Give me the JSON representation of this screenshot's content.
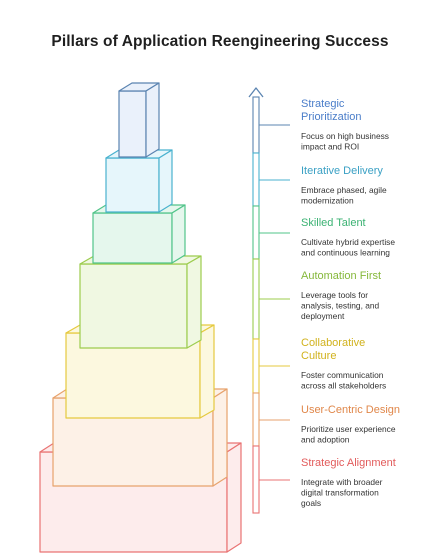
{
  "title": "Pillars of Application Reengineering Success",
  "pillars": [
    {
      "name": "strategic-prioritization",
      "title_lines": [
        "Strategic",
        "Prioritization"
      ],
      "desc_lines": [
        "Focus on high business",
        "impact and ROI"
      ],
      "stroke": "#5b84b1",
      "fill": "#eaf1fb",
      "text_color": "#4a7dc9",
      "icon": "pillar-block-icon"
    },
    {
      "name": "iterative-delivery",
      "title_lines": [
        "Iterative Delivery"
      ],
      "desc_lines": [
        "Embrace phased, agile",
        "modernization"
      ],
      "stroke": "#49b2cf",
      "fill": "#e6f6fb",
      "text_color": "#3aa0c4",
      "icon": "pillar-block-icon"
    },
    {
      "name": "skilled-talent",
      "title_lines": [
        "Skilled Talent"
      ],
      "desc_lines": [
        "Cultivate hybrid expertise",
        "and continuous learning"
      ],
      "stroke": "#52c48a",
      "fill": "#e5f7ed",
      "text_color": "#3bb273",
      "icon": "pillar-block-icon"
    },
    {
      "name": "automation-first",
      "title_lines": [
        "Automation First"
      ],
      "desc_lines": [
        "Leverage tools for",
        "analysis, testing, and",
        "deployment"
      ],
      "stroke": "#9ccc4e",
      "fill": "#f0f8e2",
      "text_color": "#86b83b",
      "icon": "pillar-block-icon"
    },
    {
      "name": "collaborative-culture",
      "title_lines": [
        "Collaborative",
        "Culture"
      ],
      "desc_lines": [
        "Foster communication",
        "across all stakeholders"
      ],
      "stroke": "#e5c93f",
      "fill": "#fcf8df",
      "text_color": "#d1b21c",
      "icon": "pillar-block-icon"
    },
    {
      "name": "user-centric-design",
      "title_lines": [
        "User-Centric Design"
      ],
      "desc_lines": [
        "Prioritize user experience",
        "and adoption"
      ],
      "stroke": "#e7a26c",
      "fill": "#fdf1e7",
      "text_color": "#e0874a",
      "icon": "pillar-block-icon"
    },
    {
      "name": "strategic-alignment",
      "title_lines": [
        "Strategic Alignment"
      ],
      "desc_lines": [
        "Integrate with broader",
        "digital transformation",
        "goals"
      ],
      "stroke": "#e97373",
      "fill": "#fdecec",
      "text_color": "#e25b5b",
      "icon": "pillar-block-icon"
    }
  ],
  "arrow_icon": "arrow-up-icon"
}
